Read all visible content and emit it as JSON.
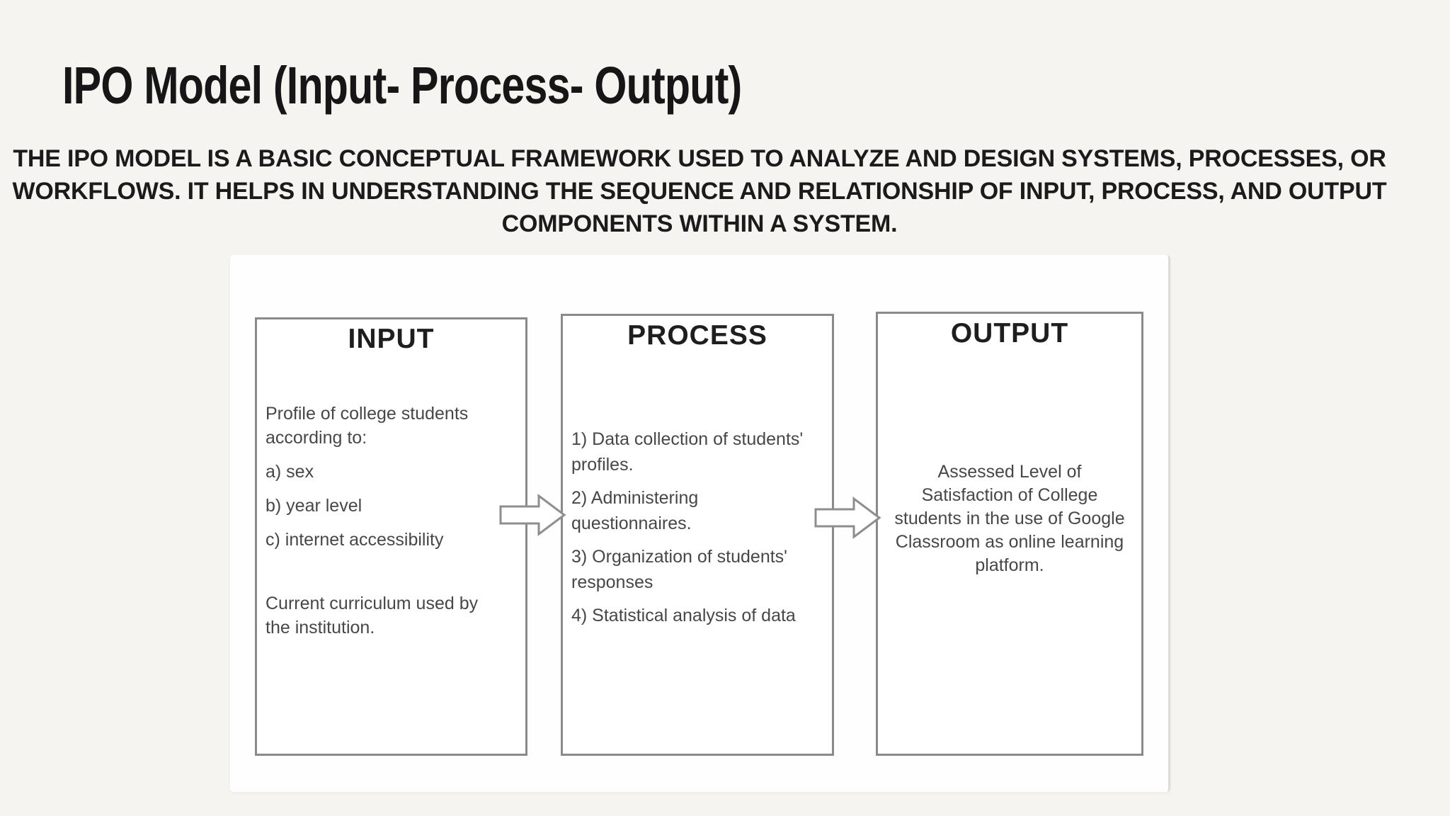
{
  "colors": {
    "page_bg": "#f6f4f0",
    "panel_bg": "#fefefe",
    "panel_edge": "#dedcd7",
    "box_border": "#8a8a8a",
    "heading_text": "#161616",
    "body_text": "#474747",
    "box_title_text": "#1e1e1e"
  },
  "icons": {
    "flow_arrow": "block-arrow-right-icon"
  },
  "header": {
    "title": "IPO Model (Input- Process- Output)",
    "description": "THE IPO MODEL IS A BASIC CONCEPTUAL FRAMEWORK USED TO ANALYZE AND DESIGN SYSTEMS, PROCESSES, OR\nWORKFLOWS. IT HELPS IN UNDERSTANDING THE SEQUENCE AND RELATIONSHIP OF INPUT, PROCESS, AND OUTPUT\nCOMPONENTS WITHIN A SYSTEM."
  },
  "diagram": {
    "input_box": {
      "title": "INPUT",
      "profile_heading": "Profile of college students\naccording to:",
      "item_a": "a) sex",
      "item_b": "b) year level",
      "item_c": "c) internet accessibility",
      "curriculum_note": "Current curriculum used by\nthe institution."
    },
    "process_box": {
      "title": "PROCESS",
      "step_1": "1) Data collection of students'\nprofiles.",
      "step_2": "2) Administering\nquestionnaires.",
      "step_3": "3) Organization of students'\nresponses",
      "step_4": "4) Statistical analysis of data"
    },
    "output_box": {
      "title": "OUTPUT",
      "result": "Assessed Level of\nSatisfaction of College\nstudents in the use of Google\nClassroom as online learning\nplatform."
    }
  }
}
